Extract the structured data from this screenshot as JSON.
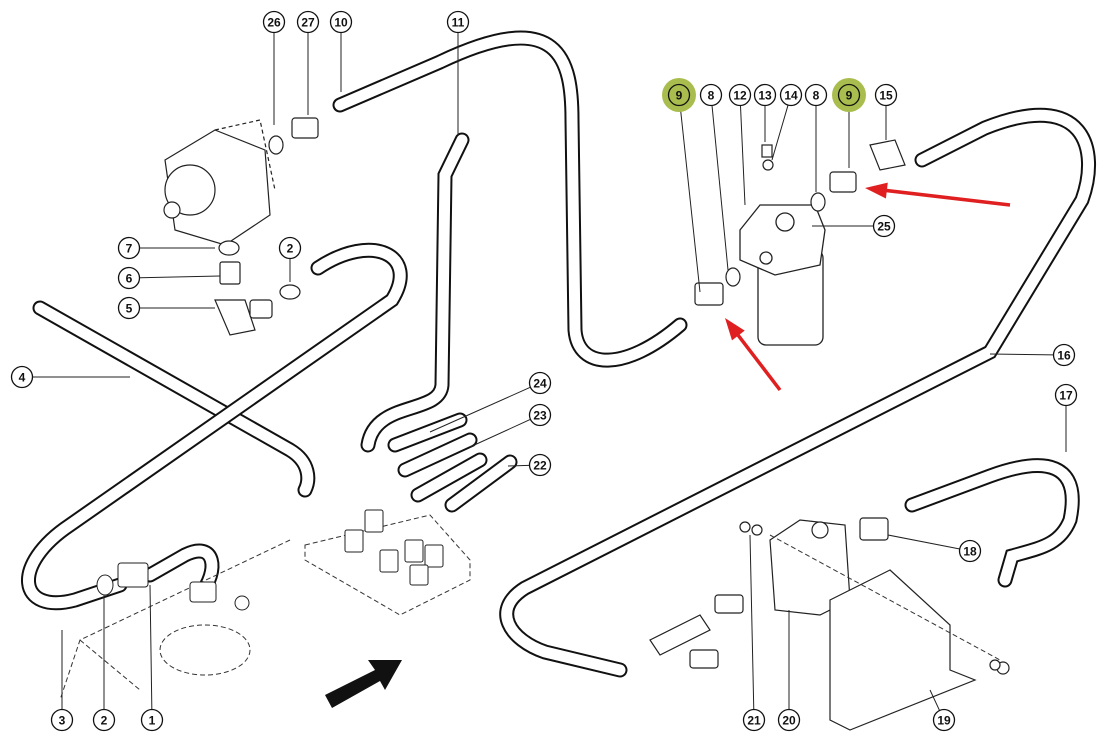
{
  "diagram": {
    "highlight_color": "#a9bd4f",
    "arrow_color": "#e02020",
    "callouts": [
      {
        "label": "26",
        "highlighted": false
      },
      {
        "label": "27",
        "highlighted": false
      },
      {
        "label": "10",
        "highlighted": false
      },
      {
        "label": "11",
        "highlighted": false
      },
      {
        "label": "9",
        "highlighted": true
      },
      {
        "label": "8",
        "highlighted": false
      },
      {
        "label": "12",
        "highlighted": false
      },
      {
        "label": "13",
        "highlighted": false
      },
      {
        "label": "14",
        "highlighted": false
      },
      {
        "label": "8",
        "highlighted": false
      },
      {
        "label": "9",
        "highlighted": true
      },
      {
        "label": "15",
        "highlighted": false
      },
      {
        "label": "7",
        "highlighted": false
      },
      {
        "label": "6",
        "highlighted": false
      },
      {
        "label": "5",
        "highlighted": false
      },
      {
        "label": "2",
        "highlighted": false
      },
      {
        "label": "4",
        "highlighted": false
      },
      {
        "label": "25",
        "highlighted": false
      },
      {
        "label": "16",
        "highlighted": false
      },
      {
        "label": "17",
        "highlighted": false
      },
      {
        "label": "24",
        "highlighted": false
      },
      {
        "label": "23",
        "highlighted": false
      },
      {
        "label": "22",
        "highlighted": false
      },
      {
        "label": "18",
        "highlighted": false
      },
      {
        "label": "3",
        "highlighted": false
      },
      {
        "label": "2",
        "highlighted": false
      },
      {
        "label": "1",
        "highlighted": false
      },
      {
        "label": "21",
        "highlighted": false
      },
      {
        "label": "20",
        "highlighted": false
      },
      {
        "label": "19",
        "highlighted": false
      }
    ]
  }
}
